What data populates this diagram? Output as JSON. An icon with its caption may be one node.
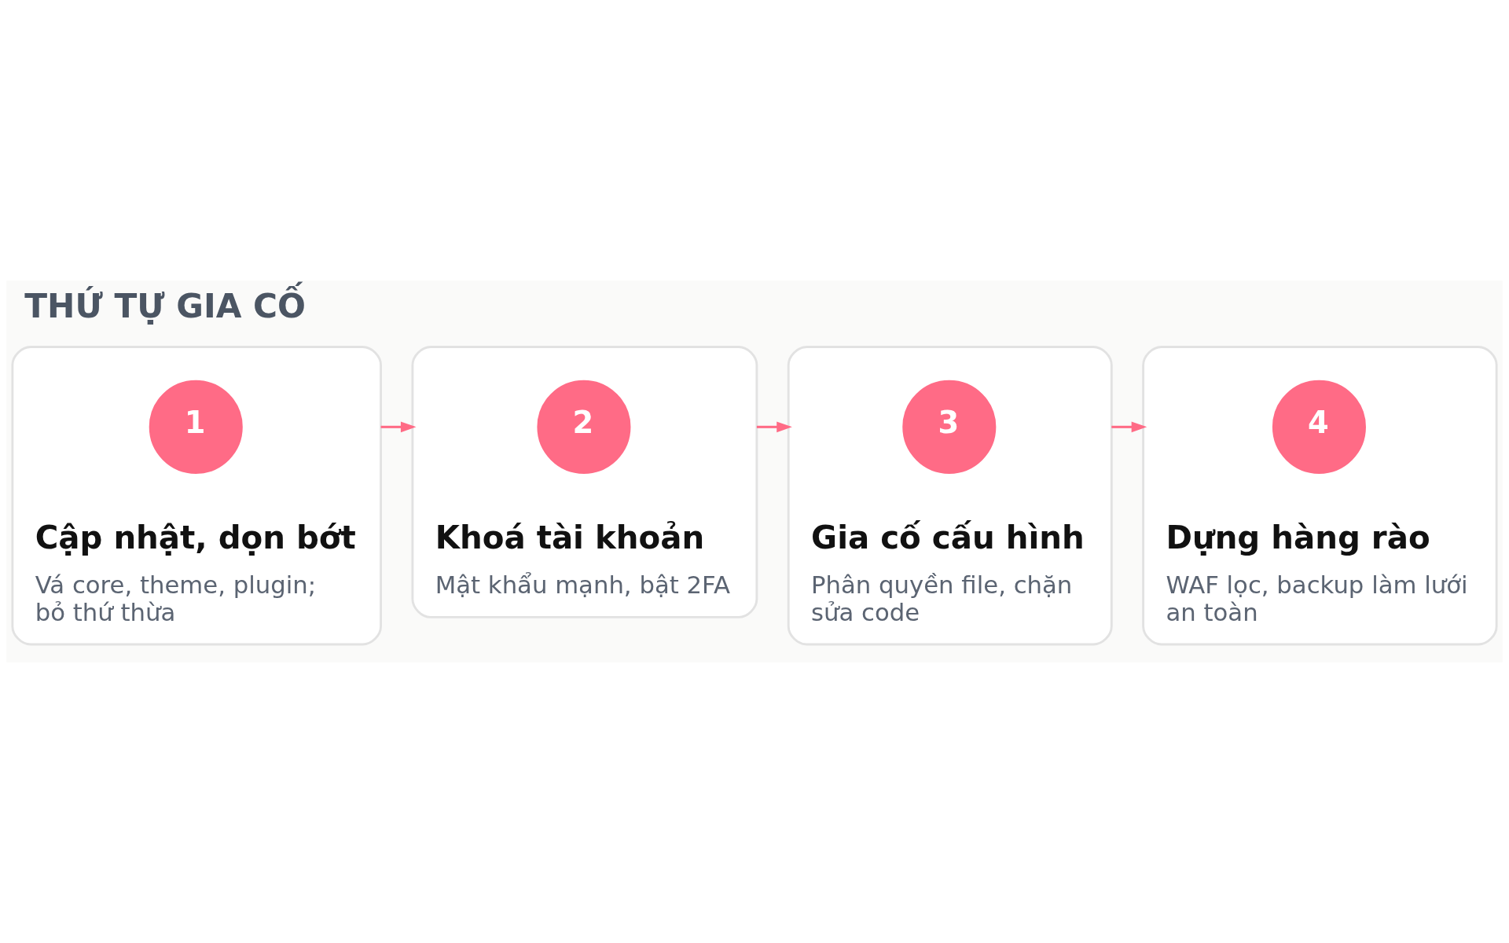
{
  "diagram": {
    "title": "THỨ TỰ GIA CỐ",
    "nodes": [
      {
        "text": [
          "Cập nhật, dọn bớt",
          "Vá core, theme, plugin; bỏ thứ thừa"
        ]
      },
      {
        "text": [
          "1"
        ],
        "in": 0
      },
      {
        "text": [
          "Khoá tài khoản",
          "Mật khẩu mạnh, bật 2FA"
        ]
      },
      {
        "text": [
          "2"
        ],
        "in": 2
      },
      {
        "text": [
          "Gia cố cấu hình",
          "Phân quyền file, chặn sửa code"
        ]
      },
      {
        "text": [
          "3"
        ],
        "in": 4
      },
      {
        "text": [
          "Dựng hàng rào",
          "WAF lọc, backup làm lưới an toàn"
        ]
      },
      {
        "text": [
          "4"
        ],
        "in": 6
      }
    ],
    "edges": [
      {
        "from": 0,
        "to": 2,
        "arrow": "to"
      },
      {
        "from": 2,
        "to": 4,
        "arrow": "to"
      },
      {
        "from": 4,
        "to": 6,
        "arrow": "to"
      }
    ]
  }
}
